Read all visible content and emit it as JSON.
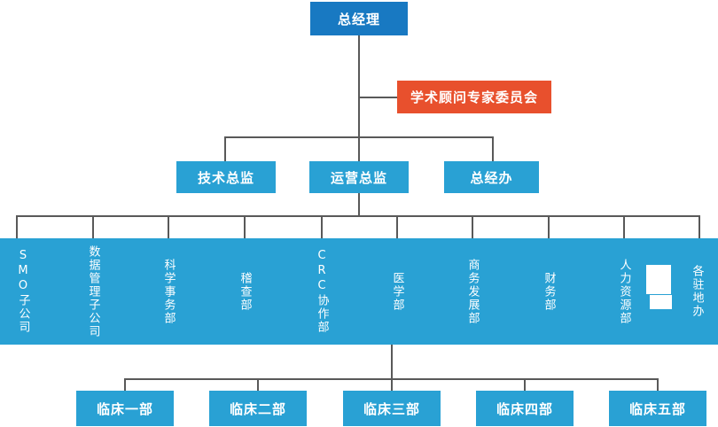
{
  "colors": {
    "primary_blue": "#1879c2",
    "light_blue": "#29a1d4",
    "accent_orange": "#e8502d",
    "connector_gray": "#595959",
    "node_text": "#ffffff"
  },
  "nodes": {
    "general_manager": "总经理",
    "advisory_committee": "学术顾问专家委员会",
    "directors": [
      "技术总监",
      "运营总监",
      "总经办"
    ],
    "departments": [
      "SMO子公司",
      "数据管理子公司",
      "科学事务部",
      "稽查部",
      "CRC协作部",
      "医学部",
      "商务发展部",
      "财务部",
      "人力资源部",
      "各驻地办"
    ],
    "clinical_departments": [
      "临床一部",
      "临床二部",
      "临床三部",
      "临床四部",
      "临床五部"
    ]
  }
}
